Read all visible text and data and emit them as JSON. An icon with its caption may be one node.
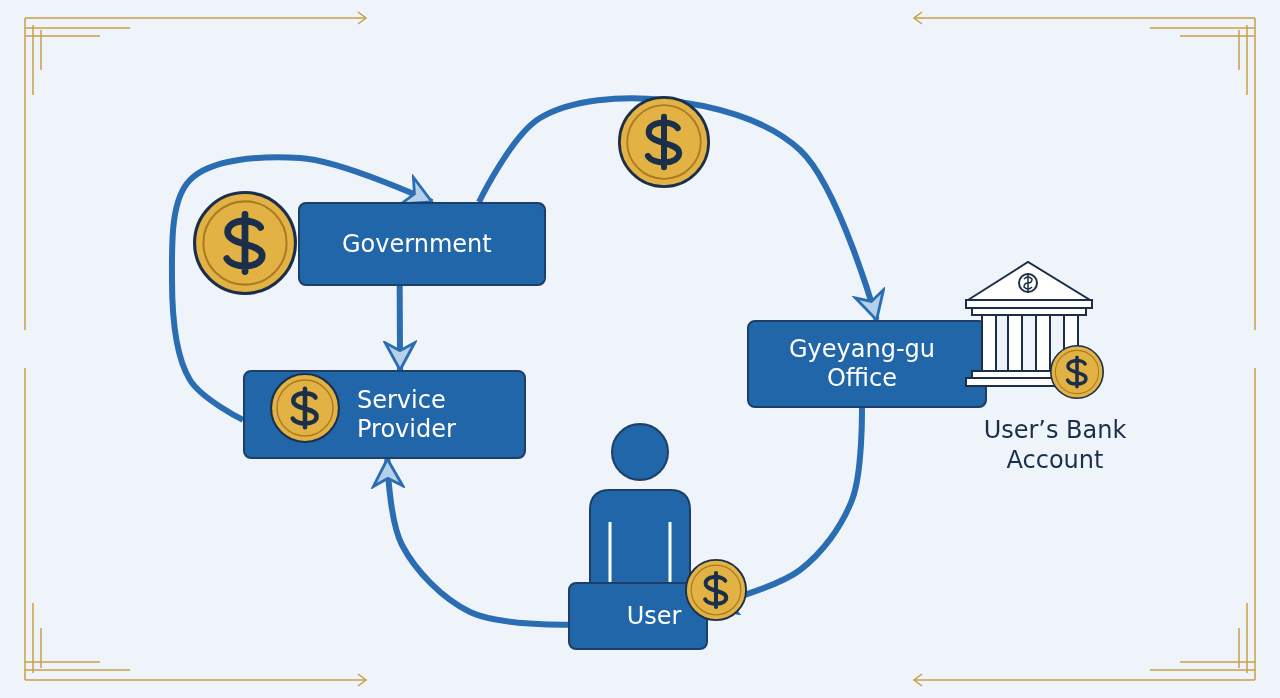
{
  "diagram": {
    "nodes": [
      {
        "text": [
          "Government"
        ]
      },
      {
        "text": [
          "Gyeyang-gu Office"
        ],
        "beside": [
          "User’s Bank Account"
        ]
      },
      {
        "text": [
          "Service Provider"
        ]
      },
      {
        "text": [
          "User"
        ]
      }
    ],
    "edges": [
      {
        "from": 0,
        "to": 1,
        "arrow": "to"
      },
      {
        "from": 1,
        "to": 3,
        "arrow": "to"
      },
      {
        "from": 3,
        "to": 2,
        "arrow": "to"
      },
      {
        "from": 2,
        "to": 0,
        "arrow": "to"
      },
      {
        "from": 0,
        "to": 2,
        "arrow": "to"
      }
    ]
  }
}
